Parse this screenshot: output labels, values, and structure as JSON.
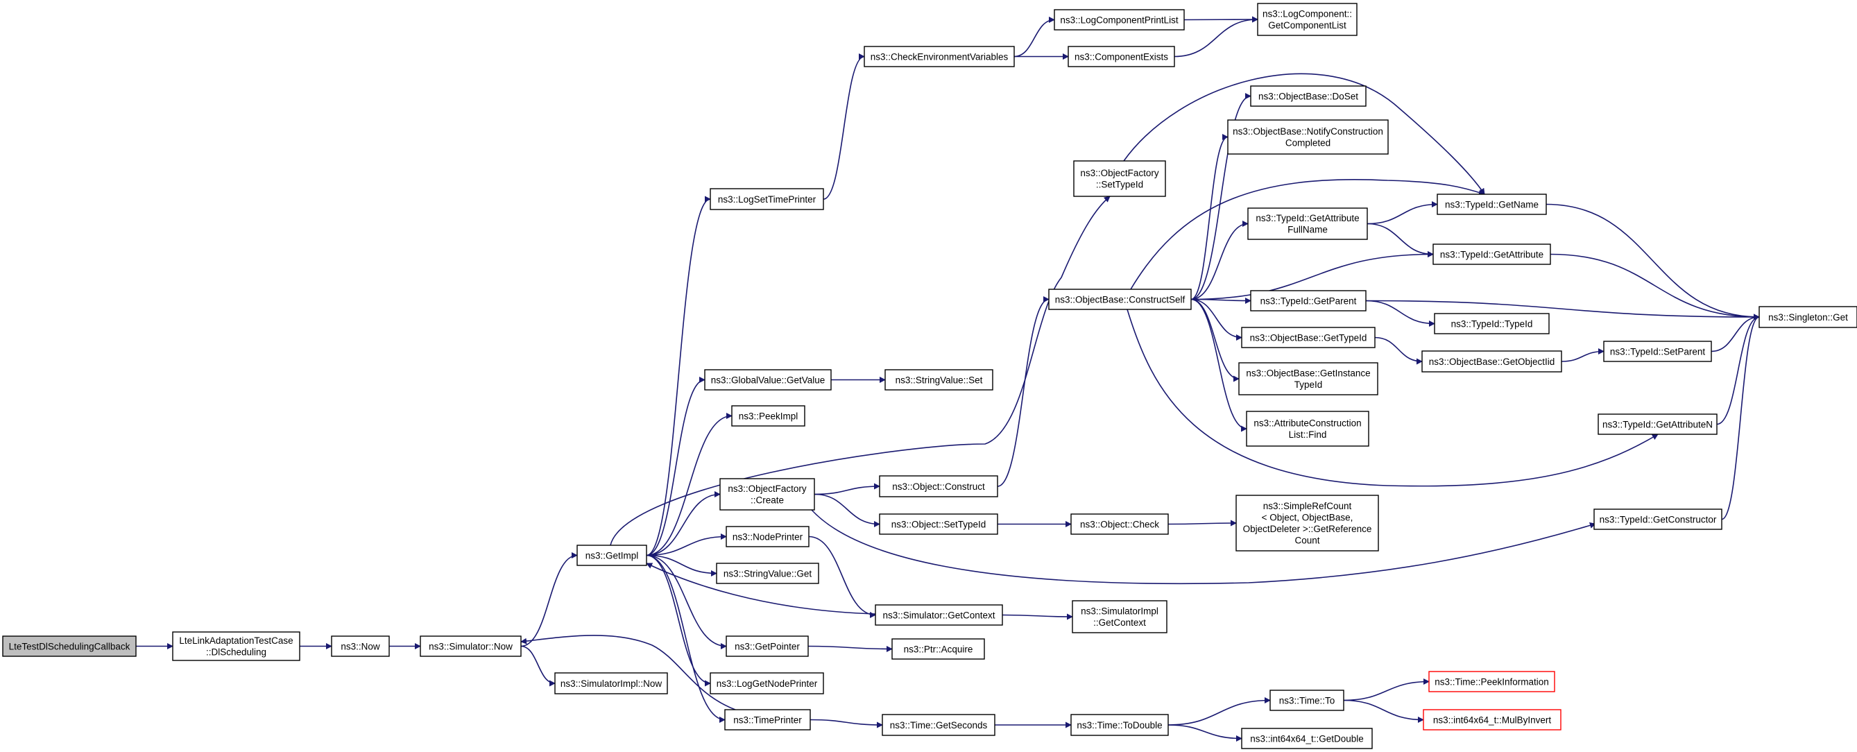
{
  "graph": {
    "title": "",
    "colors": {
      "edge": "#191970",
      "root_fill": "#bfbfbf",
      "incomplete_border": "#ff0000"
    },
    "nodes": [
      {
        "id": "root",
        "lines": [
          "LteTestDlSchedulingCallback"
        ],
        "style": "root"
      },
      {
        "id": "dlsched",
        "lines": [
          "LteLinkAdaptationTestCase",
          "::DlScheduling"
        ]
      },
      {
        "id": "now",
        "lines": [
          "ns3::Now"
        ]
      },
      {
        "id": "simnow",
        "lines": [
          "ns3::Simulator::Now"
        ]
      },
      {
        "id": "simimplnow",
        "lines": [
          "ns3::SimulatorImpl::Now"
        ]
      },
      {
        "id": "getimpl",
        "lines": [
          "ns3::GetImpl"
        ]
      },
      {
        "id": "logsettime",
        "lines": [
          "ns3::LogSetTimePrinter"
        ]
      },
      {
        "id": "checkenv",
        "lines": [
          "ns3::CheckEnvironmentVariables"
        ]
      },
      {
        "id": "logcompprint",
        "lines": [
          "ns3::LogComponentPrintList"
        ]
      },
      {
        "id": "logcompget",
        "lines": [
          "ns3::LogComponent::",
          "GetComponentList"
        ]
      },
      {
        "id": "compexists",
        "lines": [
          "ns3::ComponentExists"
        ]
      },
      {
        "id": "gvgetvalue",
        "lines": [
          "ns3::GlobalValue::GetValue"
        ]
      },
      {
        "id": "strvalset",
        "lines": [
          "ns3::StringValue::Set"
        ]
      },
      {
        "id": "peekimpl",
        "lines": [
          "ns3::PeekImpl"
        ]
      },
      {
        "id": "ofcreate",
        "lines": [
          "ns3::ObjectFactory",
          "::Create"
        ]
      },
      {
        "id": "nodeprinter",
        "lines": [
          "ns3::NodePrinter"
        ]
      },
      {
        "id": "strvalget",
        "lines": [
          "ns3::StringValue::Get"
        ]
      },
      {
        "id": "getpointer",
        "lines": [
          "ns3::GetPointer"
        ]
      },
      {
        "id": "loggetnode",
        "lines": [
          "ns3::LogGetNodePrinter"
        ]
      },
      {
        "id": "timeprinter",
        "lines": [
          "ns3::TimePrinter"
        ]
      },
      {
        "id": "ofsettypeid",
        "lines": [
          "ns3::ObjectFactory",
          "::SetTypeId"
        ]
      },
      {
        "id": "obconstruct",
        "lines": [
          "ns3::ObjectBase::ConstructSelf"
        ]
      },
      {
        "id": "objconstruct",
        "lines": [
          "ns3::Object::Construct"
        ]
      },
      {
        "id": "objsettypeid",
        "lines": [
          "ns3::Object::SetTypeId"
        ]
      },
      {
        "id": "objcheck",
        "lines": [
          "ns3::Object::Check"
        ]
      },
      {
        "id": "simgetctx",
        "lines": [
          "ns3::Simulator::GetContext"
        ]
      },
      {
        "id": "simimplgetctx",
        "lines": [
          "ns3::SimulatorImpl",
          "::GetContext"
        ]
      },
      {
        "id": "ptracquire",
        "lines": [
          "ns3::Ptr::Acquire"
        ]
      },
      {
        "id": "timegetsec",
        "lines": [
          "ns3::Time::GetSeconds"
        ]
      },
      {
        "id": "timetodouble",
        "lines": [
          "ns3::Time::ToDouble"
        ]
      },
      {
        "id": "timeto",
        "lines": [
          "ns3::Time::To"
        ]
      },
      {
        "id": "int64getdouble",
        "lines": [
          "ns3::int64x64_t::GetDouble"
        ]
      },
      {
        "id": "timepeek",
        "lines": [
          "ns3::Time::PeekInformation"
        ],
        "style": "red"
      },
      {
        "id": "int64mul",
        "lines": [
          "ns3::int64x64_t::MulByInvert"
        ],
        "style": "red"
      },
      {
        "id": "obdoset",
        "lines": [
          "ns3::ObjectBase::DoSet"
        ]
      },
      {
        "id": "obnotify",
        "lines": [
          "ns3::ObjectBase::NotifyConstruction",
          "Completed"
        ]
      },
      {
        "id": "tidgetattrfull",
        "lines": [
          "ns3::TypeId::GetAttribute",
          "FullName"
        ]
      },
      {
        "id": "tidgetparent",
        "lines": [
          "ns3::TypeId::GetParent"
        ]
      },
      {
        "id": "obgettypeid",
        "lines": [
          "ns3::ObjectBase::GetTypeId"
        ]
      },
      {
        "id": "obgetinst",
        "lines": [
          "ns3::ObjectBase::GetInstance",
          "TypeId"
        ]
      },
      {
        "id": "attrfind",
        "lines": [
          "ns3::AttributeConstruction",
          "List::Find"
        ]
      },
      {
        "id": "simplerefcount",
        "lines": [
          "ns3::SimpleRefCount",
          "< Object, ObjectBase,",
          "ObjectDeleter >::GetReference",
          "Count"
        ]
      },
      {
        "id": "tidgetname",
        "lines": [
          "ns3::TypeId::GetName"
        ]
      },
      {
        "id": "tidgetattr",
        "lines": [
          "ns3::TypeId::GetAttribute"
        ]
      },
      {
        "id": "tidtypeid",
        "lines": [
          "ns3::TypeId::TypeId"
        ]
      },
      {
        "id": "obgetobjtid",
        "lines": [
          "ns3::ObjectBase::GetObjectIid"
        ]
      },
      {
        "id": "tidsetparent",
        "lines": [
          "ns3::TypeId::SetParent"
        ]
      },
      {
        "id": "tidgetattrn",
        "lines": [
          "ns3::TypeId::GetAttributeN"
        ]
      },
      {
        "id": "tidgetctor",
        "lines": [
          "ns3::TypeId::GetConstructor"
        ]
      },
      {
        "id": "singleton",
        "lines": [
          "ns3::Singleton::Get"
        ]
      }
    ]
  }
}
